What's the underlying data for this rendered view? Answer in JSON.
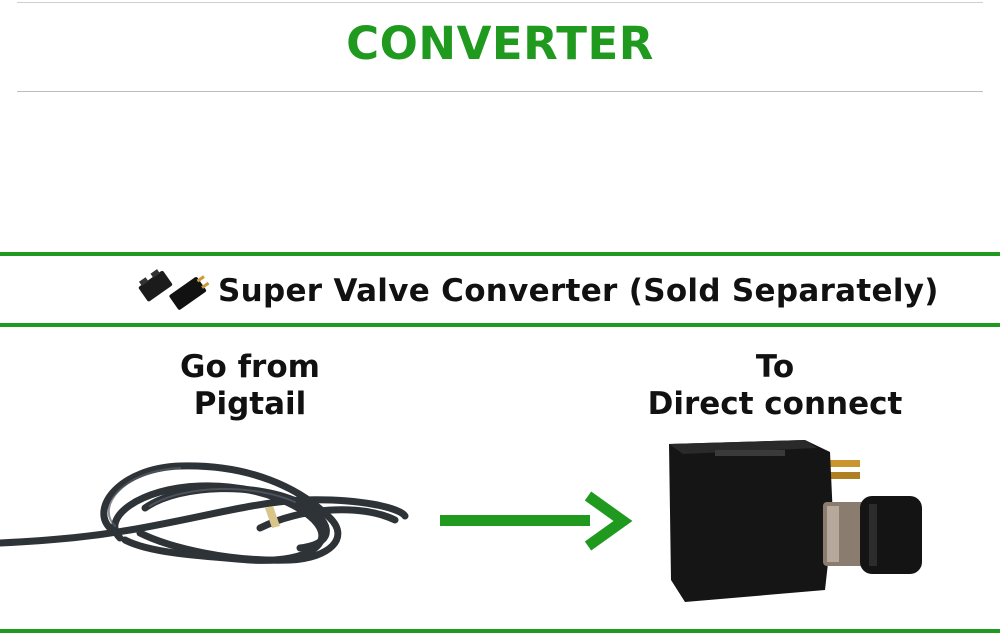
{
  "page": {
    "title": "CONVERTER",
    "banner": "Super Valve Converter (Sold Separately)",
    "from_caption_line1": "Go from",
    "from_caption_line2": "Pigtail",
    "to_caption_line1": "To",
    "to_caption_line2": "Direct connect"
  },
  "colors": {
    "accent_green": "#1f9a1f",
    "text": "#111111"
  },
  "icons": {
    "banner_icon": "converter-plug-icon",
    "arrow": "right-arrow-icon"
  }
}
